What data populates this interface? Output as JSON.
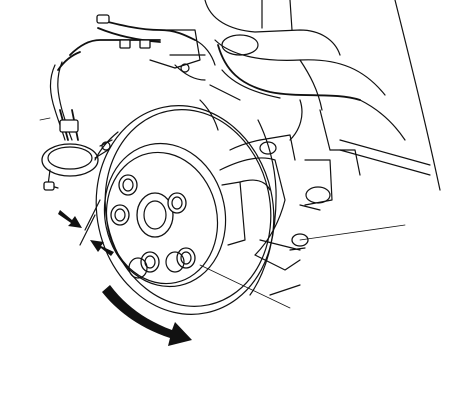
{
  "figure": {
    "kind": "line-illustration",
    "subject": "dial-indicator-on-brake-disc",
    "background": "#ffffff",
    "ink": "#111111",
    "leader_lines": 3,
    "lug_nuts": 5,
    "rotation_arrows": [
      "axial-back",
      "axial-forward",
      "rotate-disc"
    ]
  }
}
